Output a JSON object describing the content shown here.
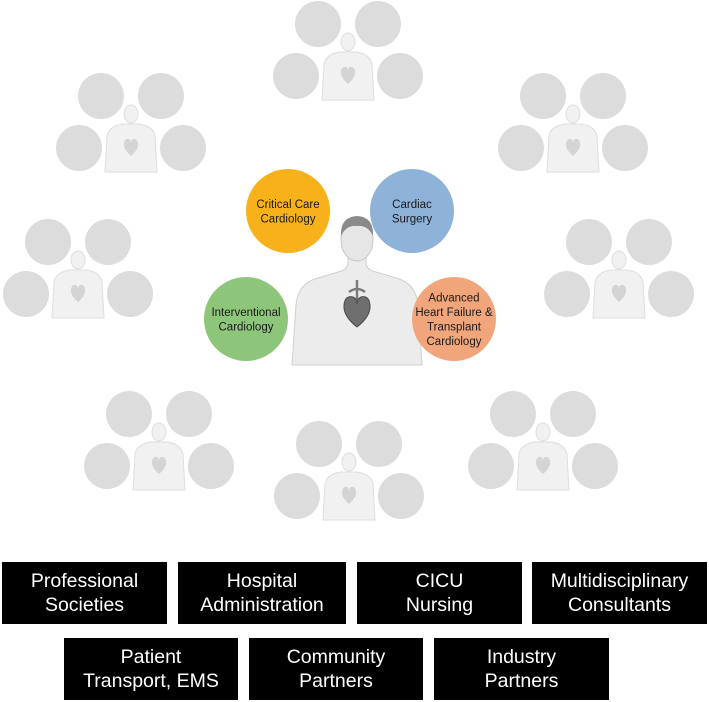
{
  "specialties": [
    {
      "id": "critical-care",
      "lines": [
        "Critical Care",
        "Cardiology"
      ],
      "color": "#f7b21b"
    },
    {
      "id": "cardiac-surgery",
      "lines": [
        "Cardiac",
        "Surgery"
      ],
      "color": "#8fb2d9"
    },
    {
      "id": "interventional",
      "lines": [
        "Interventional",
        "Cardiology"
      ],
      "color": "#8dc57a"
    },
    {
      "id": "advanced-heart-failure",
      "lines": [
        "Advanced",
        "Heart Failure &",
        "Transplant",
        "Cardiology"
      ],
      "color": "#f1a57b"
    }
  ],
  "partners": [
    {
      "id": "professional",
      "lines": [
        "Professional",
        "Societies"
      ]
    },
    {
      "id": "hospital",
      "lines": [
        "Hospital",
        "Administration"
      ]
    },
    {
      "id": "cicu",
      "lines": [
        "CICU",
        "Nursing"
      ]
    },
    {
      "id": "multi",
      "lines": [
        "Multidisciplinary",
        "Consultants"
      ]
    },
    {
      "id": "patient",
      "lines": [
        "Patient",
        "Transport, EMS"
      ]
    },
    {
      "id": "community",
      "lines": [
        "Community",
        "Partners"
      ]
    },
    {
      "id": "industry",
      "lines": [
        "Industry",
        "Partners"
      ]
    }
  ],
  "colors": {
    "box_background": "#000000",
    "box_text": "#ffffff",
    "ghost_circle": "#dcdcdc"
  }
}
